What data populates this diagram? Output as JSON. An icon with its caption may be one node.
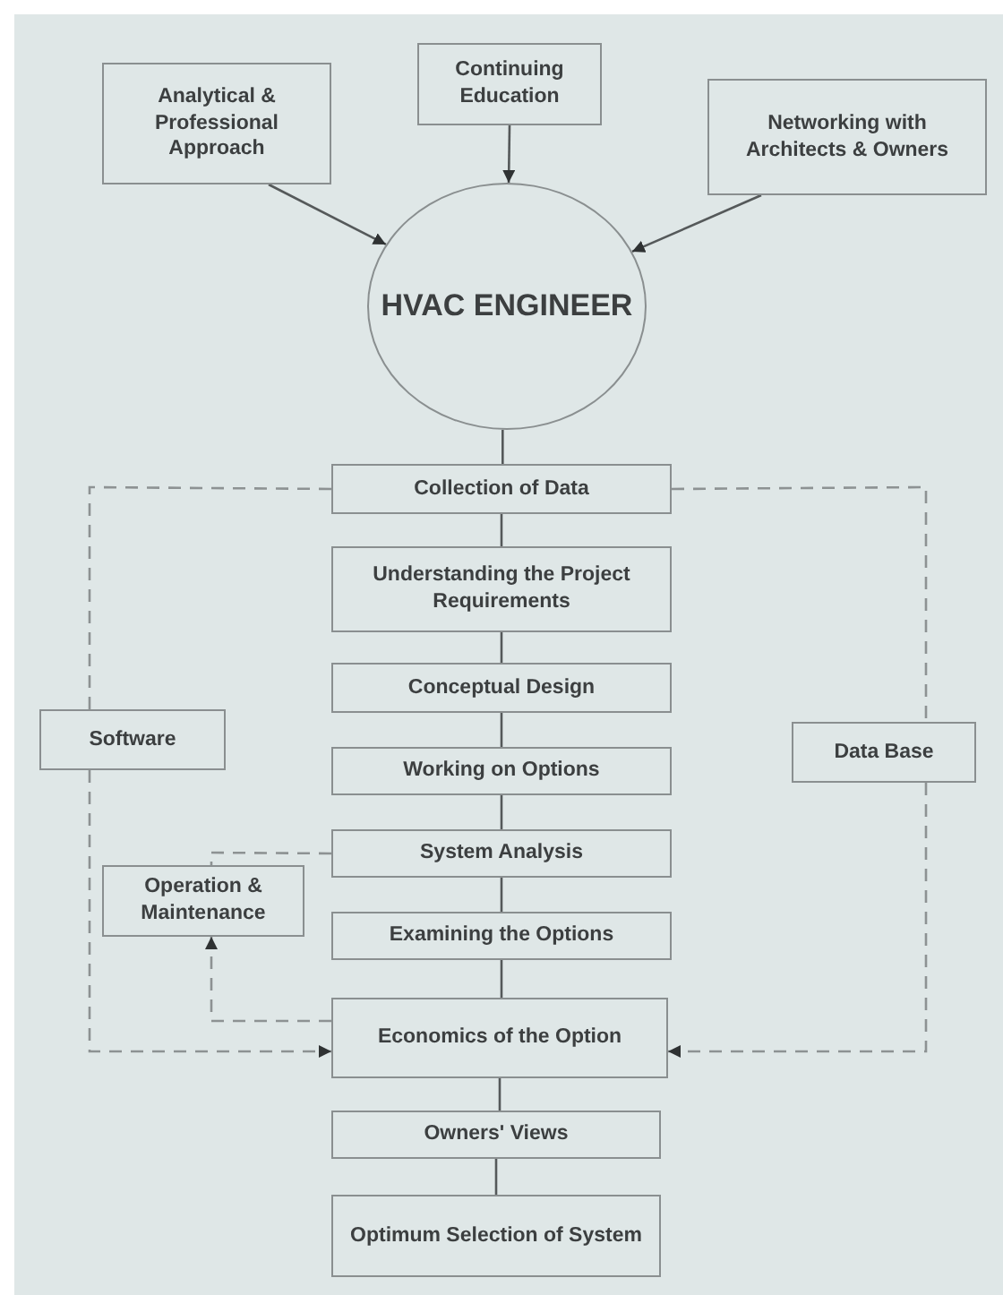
{
  "diagram": {
    "nodes": [
      {
        "text": [
          "Analytical & Professional Approach"
        ]
      },
      {
        "text": [
          "Continuing Education"
        ]
      },
      {
        "text": [
          "Networking with Architects & Owners"
        ]
      },
      {
        "text": [
          "HVAC ENGINEER"
        ]
      },
      {
        "text": [
          "Collection of Data"
        ]
      },
      {
        "text": [
          "Understanding the Project Requirements"
        ]
      },
      {
        "text": [
          "Conceptual Design"
        ]
      },
      {
        "text": [
          "Software"
        ]
      },
      {
        "text": [
          "Data Base"
        ]
      },
      {
        "text": [
          "Working on Options"
        ]
      },
      {
        "text": [
          "System Analysis"
        ]
      },
      {
        "text": [
          "Operation & Maintenance"
        ]
      },
      {
        "text": [
          "Examining the Options"
        ]
      },
      {
        "text": [
          "Economics of the Option"
        ]
      },
      {
        "text": [
          "Owners' Views"
        ]
      },
      {
        "text": [
          "Optimum Selection of System"
        ]
      }
    ],
    "edges": [
      {
        "from": 0,
        "to": 3,
        "arrow": "to"
      },
      {
        "from": 1,
        "to": 3,
        "arrow": "to"
      },
      {
        "from": 2,
        "to": 3,
        "arrow": "to"
      },
      {
        "from": 3,
        "to": 4,
        "arrow": "none"
      },
      {
        "from": 4,
        "to": 5,
        "arrow": "none"
      },
      {
        "from": 5,
        "to": 6,
        "arrow": "none"
      },
      {
        "from": 6,
        "to": 9,
        "arrow": "none"
      },
      {
        "from": 9,
        "to": 10,
        "arrow": "none"
      },
      {
        "from": 10,
        "to": 12,
        "arrow": "none"
      },
      {
        "from": 12,
        "to": 13,
        "arrow": "none"
      },
      {
        "from": 13,
        "to": 14,
        "arrow": "none"
      },
      {
        "from": 14,
        "to": 15,
        "arrow": "none"
      },
      {
        "from": 4,
        "to": 7,
        "arrow": "none",
        "style": "dashed"
      },
      {
        "from": 7,
        "to": 13,
        "arrow": "to",
        "style": "dashed"
      },
      {
        "from": 4,
        "to": 8,
        "arrow": "none",
        "style": "dashed"
      },
      {
        "from": 8,
        "to": 13,
        "arrow": "to",
        "style": "dashed"
      },
      {
        "from": 10,
        "to": 11,
        "arrow": "none",
        "style": "dashed"
      },
      {
        "from": 13,
        "to": 11,
        "arrow": "to",
        "style": "dashed"
      }
    ]
  }
}
